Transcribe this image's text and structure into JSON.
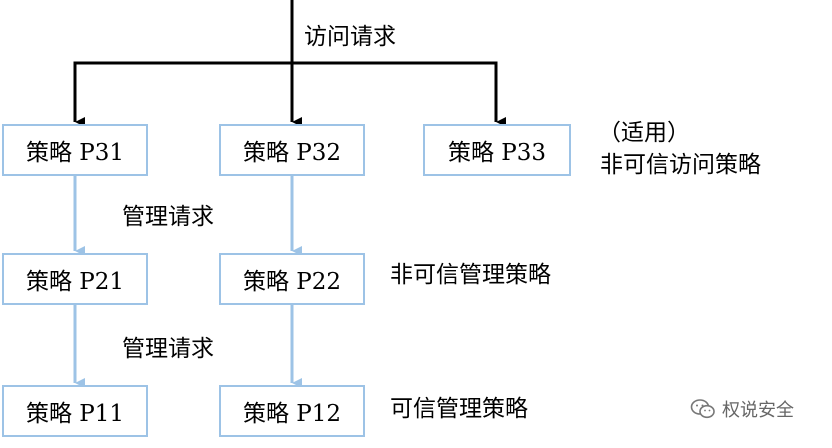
{
  "top_label": "访问请求",
  "nodes": {
    "p31": "策略 P31",
    "p32": "策略 P32",
    "p33": "策略 P33",
    "p21": "策略 P21",
    "p22": "策略 P22",
    "p11": "策略 P11",
    "p12": "策略 P12"
  },
  "edge_labels": {
    "upper": "管理请求",
    "lower": "管理请求"
  },
  "side_labels": {
    "applicable": "（适用）",
    "untrusted_access": "非可信访问策略",
    "untrusted_mgmt": "非可信管理策略",
    "trusted_mgmt": "可信管理策略"
  },
  "watermark": {
    "text": "权说安全",
    "icon": "wechat-icon"
  },
  "colors": {
    "box_border": "#9dc3e6",
    "flow_arrow": "#9dc3e6",
    "request_arrow": "#000000"
  }
}
